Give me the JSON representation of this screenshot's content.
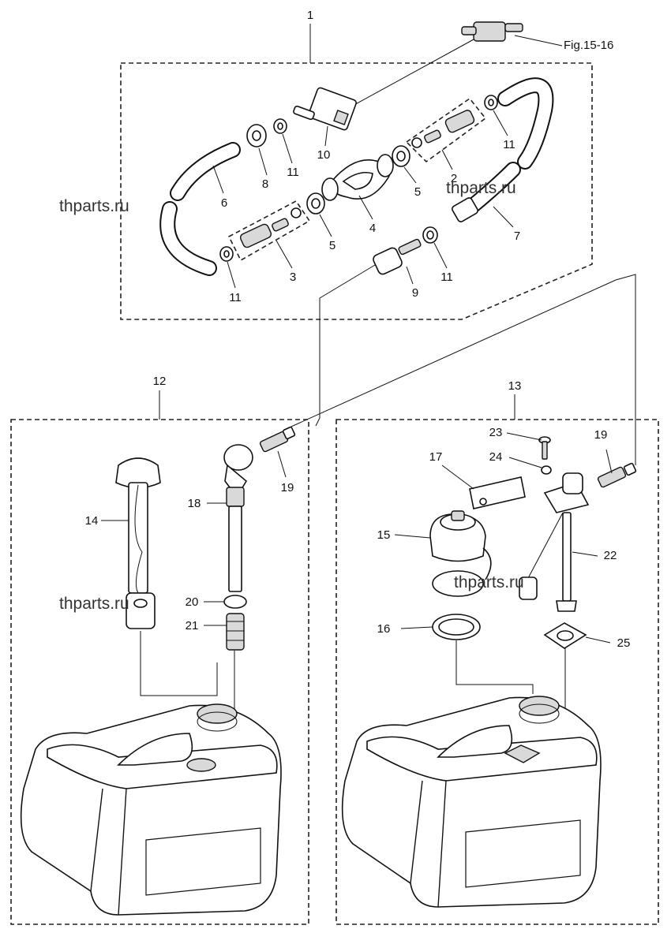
{
  "diagram": {
    "reference_label": "Fig.15-16",
    "watermark": "thparts.ru",
    "callouts": {
      "p1": "1",
      "p2": "2",
      "p3": "3",
      "p4": "4",
      "p5a": "5",
      "p5b": "5",
      "p6": "6",
      "p7": "7",
      "p8": "8",
      "p9": "9",
      "p10": "10",
      "p11a": "11",
      "p11b": "11",
      "p11c": "11",
      "p11d": "11",
      "p12": "12",
      "p13": "13",
      "p14": "14",
      "p15": "15",
      "p16": "16",
      "p17": "17",
      "p18": "18",
      "p19a": "19",
      "p19b": "19",
      "p20": "20",
      "p21": "21",
      "p22": "22",
      "p23": "23",
      "p24": "24",
      "p25": "25"
    }
  }
}
